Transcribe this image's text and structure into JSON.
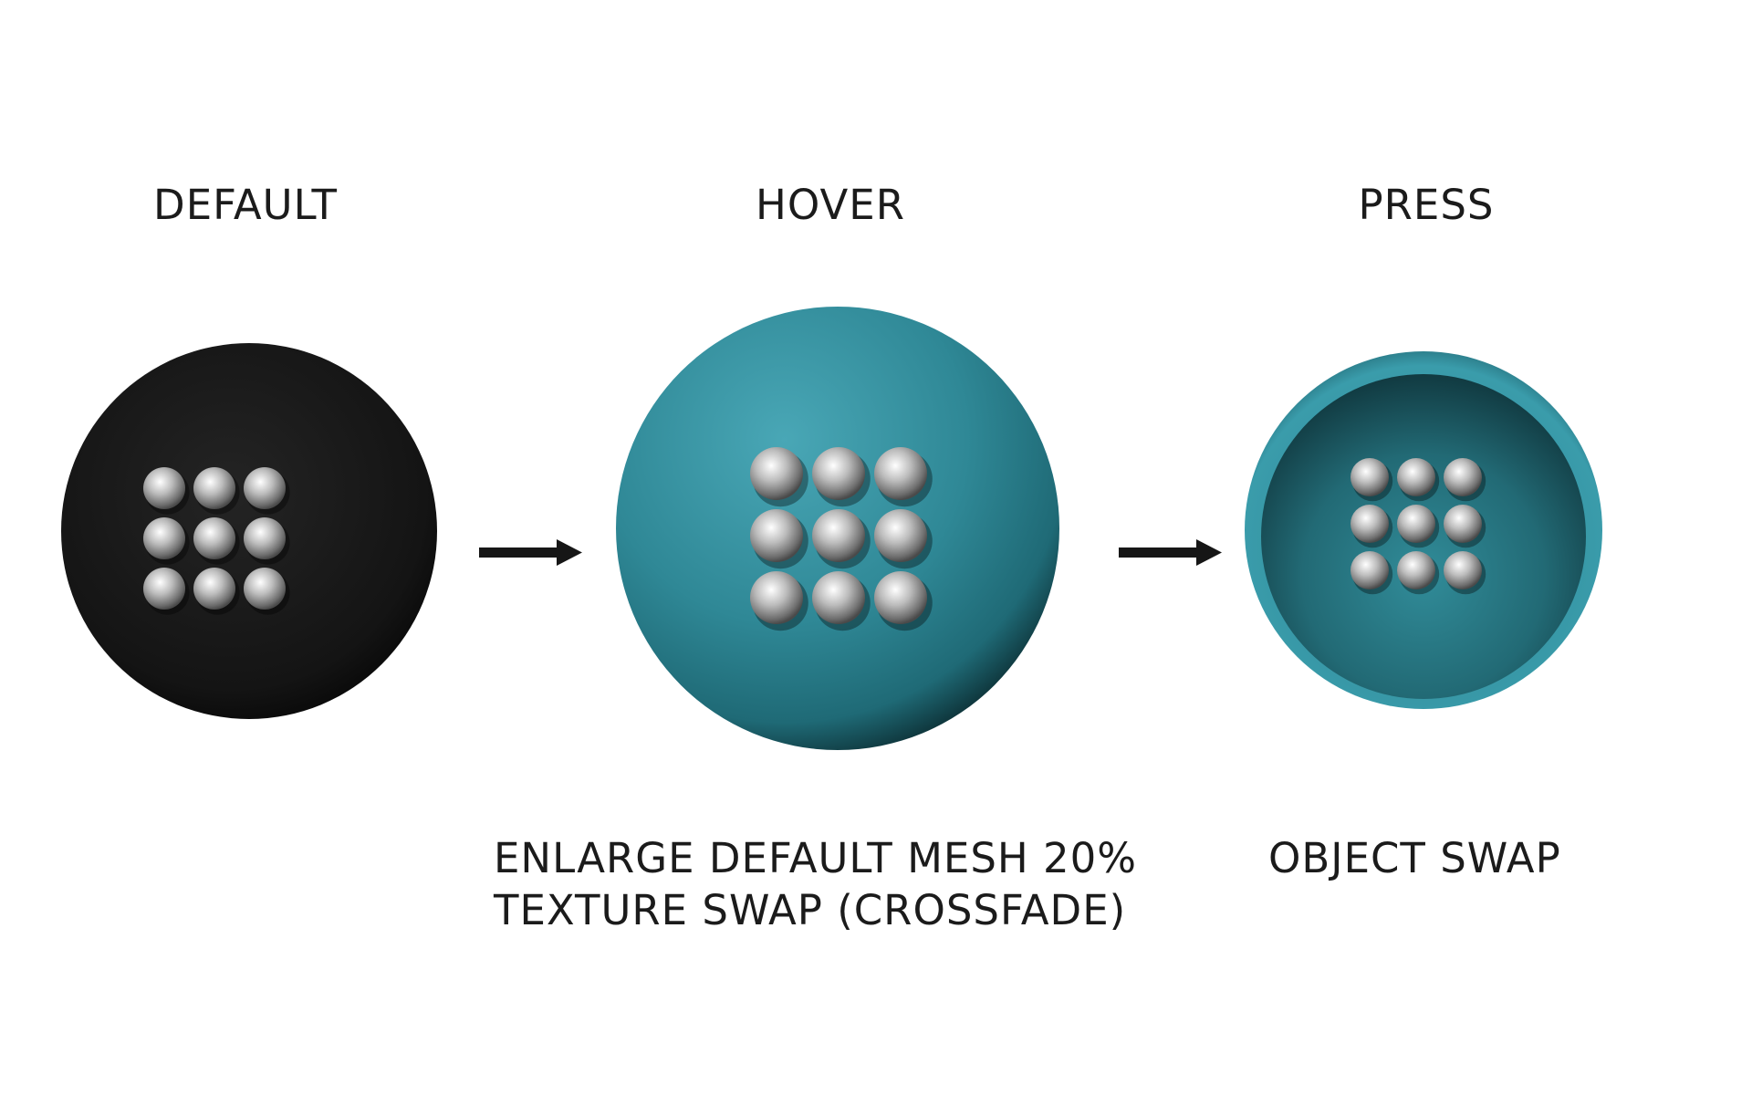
{
  "states": {
    "default": {
      "label": "DEFAULT",
      "color": "#161616"
    },
    "hover": {
      "label": "HOVER",
      "color": "#3a95a3"
    },
    "press": {
      "label": "PRESS",
      "color": "#2e8793"
    }
  },
  "notes": {
    "hover_line1": "ENLARGE DEFAULT MESH 20%",
    "hover_line2": "TEXTURE SWAP (CROSSFADE)",
    "press_line1": "OBJECT SWAP"
  },
  "icons": {
    "dot_grid": "3x3-dot-grid-icon",
    "arrow": "right-arrow-icon"
  }
}
